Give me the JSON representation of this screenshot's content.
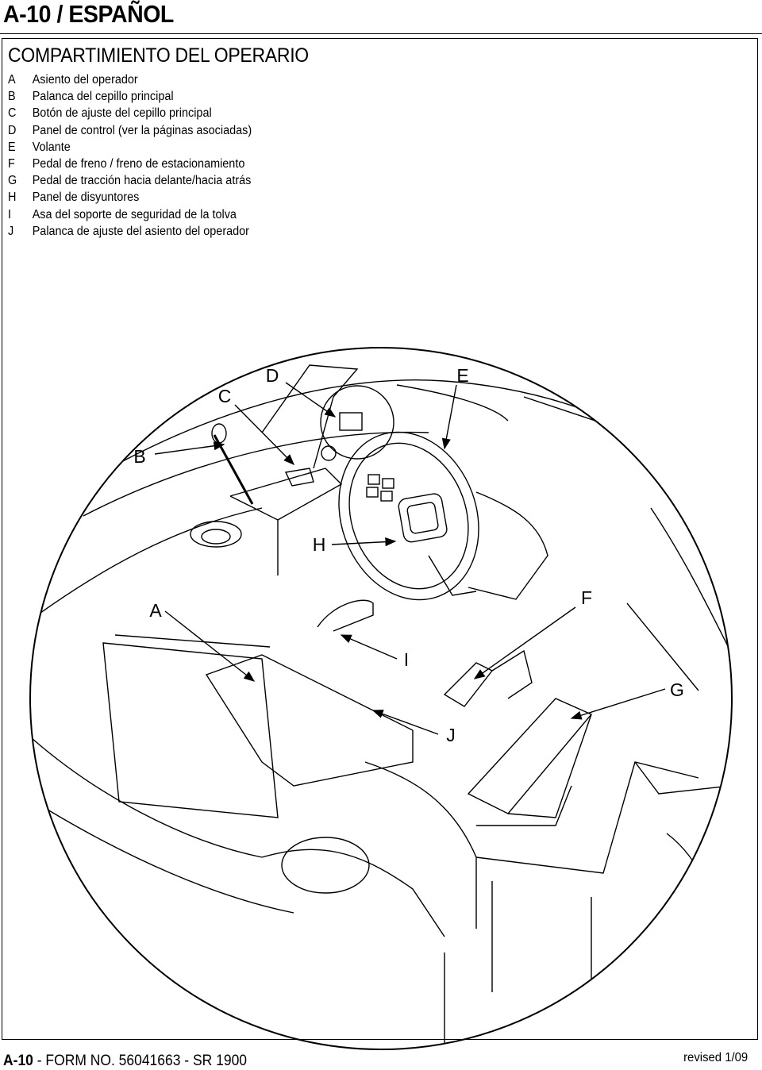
{
  "header": {
    "title": "A-10 / ESPAÑOL"
  },
  "section": {
    "title": "COMPARTIMIENTO DEL OPERARIO"
  },
  "legend": [
    {
      "letter": "A",
      "text": "Asiento del operador"
    },
    {
      "letter": "B",
      "text": "Palanca del cepillo principal"
    },
    {
      "letter": "C",
      "text": "Botón de ajuste del cepillo principal"
    },
    {
      "letter": "D",
      "text": "Panel de control (ver la páginas asociadas)"
    },
    {
      "letter": "E",
      "text": "Volante"
    },
    {
      "letter": "F",
      "text": "Pedal de freno / freno de estacionamiento"
    },
    {
      "letter": "G",
      "text": "Pedal de tracción hacia delante/hacia atrás"
    },
    {
      "letter": "H",
      "text": "Panel de disyuntores"
    },
    {
      "letter": "I",
      "text": "Asa del soporte de seguridad de la tolva"
    },
    {
      "letter": "J",
      "text": "Palanca de ajuste del asiento del operador"
    }
  ],
  "callouts": {
    "A": "A",
    "B": "B",
    "C": "C",
    "D": "D",
    "E": "E",
    "F": "F",
    "G": "G",
    "H": "H",
    "I": "I",
    "J": "J"
  },
  "footer": {
    "page": "A-10",
    "form": " - FORM NO. 56041663 - SR 1900",
    "revised": "revised 1/09"
  }
}
